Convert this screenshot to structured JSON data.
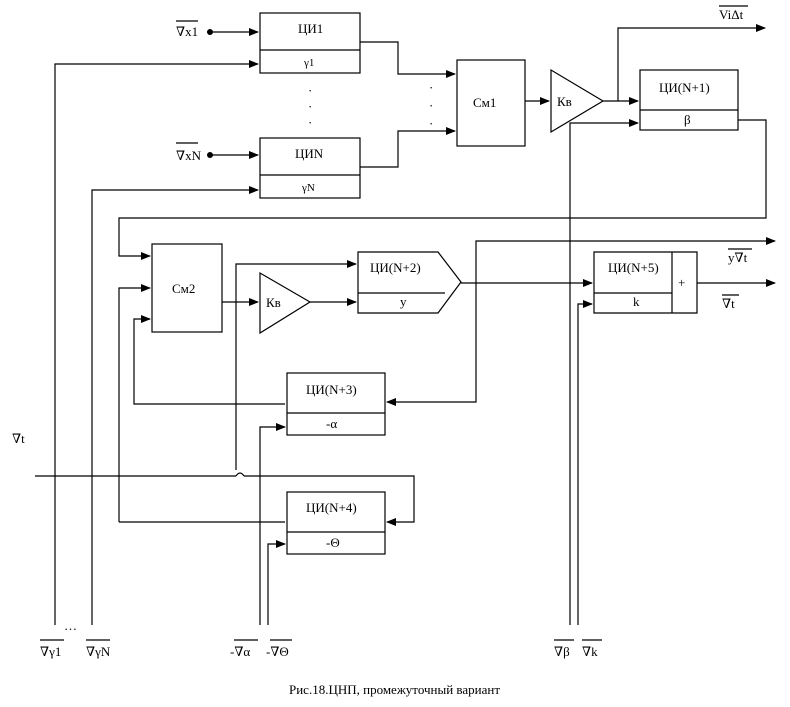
{
  "blocks": {
    "ci1": {
      "name": "ЦИ1",
      "param": "γ1"
    },
    "cin": {
      "name": "ЦИN",
      "param": "γN"
    },
    "sm1": {
      "name": "См1"
    },
    "kv1": {
      "name": "Кв"
    },
    "cin1": {
      "name": "ЦИ(N+1)",
      "param": "β"
    },
    "sm2": {
      "name": "См2"
    },
    "kv2": {
      "name": "Кв"
    },
    "cin2": {
      "name": "ЦИ(N+2)",
      "param": "y"
    },
    "cin3": {
      "name": "ЦИ(N+3)",
      "param": "-α"
    },
    "cin4": {
      "name": "ЦИ(N+4)",
      "param": "-Θ"
    },
    "cin5": {
      "name": "ЦИ(N+5)",
      "param": "k",
      "sign": "+"
    }
  },
  "inputs": {
    "x1": "∇x1",
    "xN": "∇xN",
    "dt": "∇t"
  },
  "outputs": {
    "vdt": "ViΔt",
    "ydt": "y∇t",
    "dt": "∇t"
  },
  "bottom_inputs": {
    "g1": "∇γ1",
    "dots": "…",
    "gN": "∇γN",
    "alpha": "-∇α",
    "theta": "-∇Θ",
    "beta": "∇β",
    "k": "∇k"
  },
  "dots": "·",
  "caption": "Рис.18.ЦНП, промежуточный вариант"
}
